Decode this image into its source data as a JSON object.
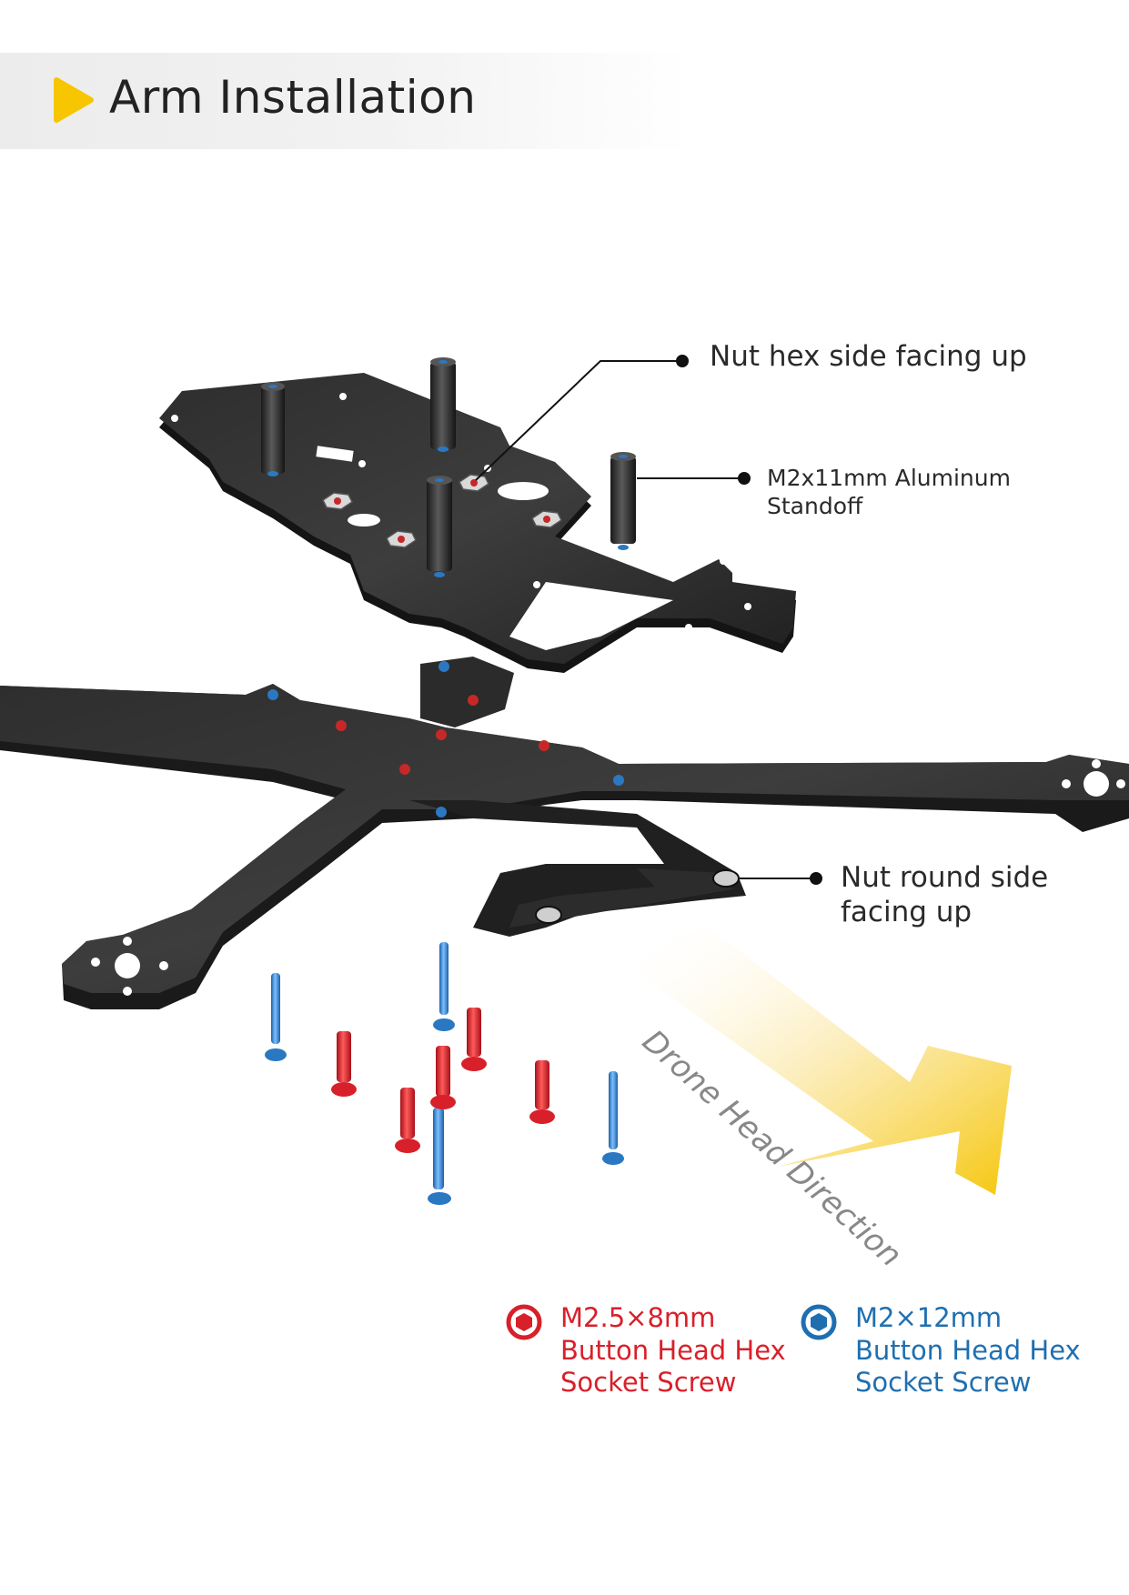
{
  "header": {
    "title": "Arm Installation",
    "accent_color": "#f7c600",
    "icon": "play-icon"
  },
  "callouts": {
    "nut_hex": "Nut hex side facing up",
    "standoff_line1": "M2x11mm Aluminum",
    "standoff_line2": "Standoff",
    "nut_round_line1": "Nut round side",
    "nut_round_line2": "facing up"
  },
  "direction": {
    "label": "Drone Head Direction",
    "arrow_color": "#f5c400"
  },
  "legend": {
    "red": {
      "line1": "M2.5×8mm",
      "line2": "Button Head Hex",
      "line3": "Socket Screw",
      "color": "#d8202a",
      "icon": "hex-socket-icon"
    },
    "blue": {
      "line1": "M2×12mm",
      "line2": "Button Head Hex",
      "line3": "Socket Screw",
      "color": "#1f6fb0",
      "icon": "hex-socket-icon"
    }
  },
  "screw_counts": {
    "red": 5,
    "blue": 4
  }
}
